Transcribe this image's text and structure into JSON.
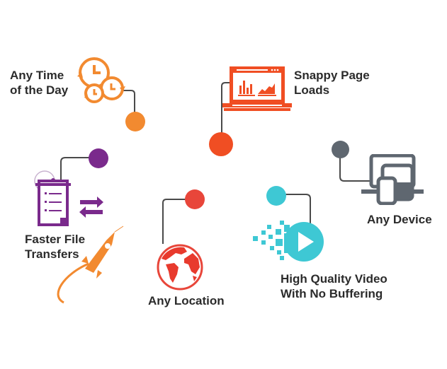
{
  "colors": {
    "time": "#F28A30",
    "page": "#F04E23",
    "device": "#5F6770",
    "transfer": "#7A2A8C",
    "location": "#E83A2D",
    "video": "#3EC8D4",
    "connector": "#4a4a4a",
    "text": "#2b2b2b"
  },
  "features": [
    {
      "id": "time",
      "line1": "Any Time",
      "line2": "of the Day",
      "icon": "clocks-icon"
    },
    {
      "id": "page",
      "line1": "Snappy Page",
      "line2": "Loads",
      "icon": "laptop-chart-icon"
    },
    {
      "id": "device",
      "line1": "Any Device",
      "icon": "devices-icon"
    },
    {
      "id": "transfer",
      "line1": "Faster File",
      "line2": "Transfers",
      "icon": "clipboard-transfer-icon"
    },
    {
      "id": "location",
      "line1": "Any Location",
      "icon": "globe-icon"
    },
    {
      "id": "video",
      "line1": "High Quality Video",
      "line2": "With No Buffering",
      "icon": "video-play-icon"
    }
  ],
  "decor": {
    "rocket": "rocket-icon"
  }
}
